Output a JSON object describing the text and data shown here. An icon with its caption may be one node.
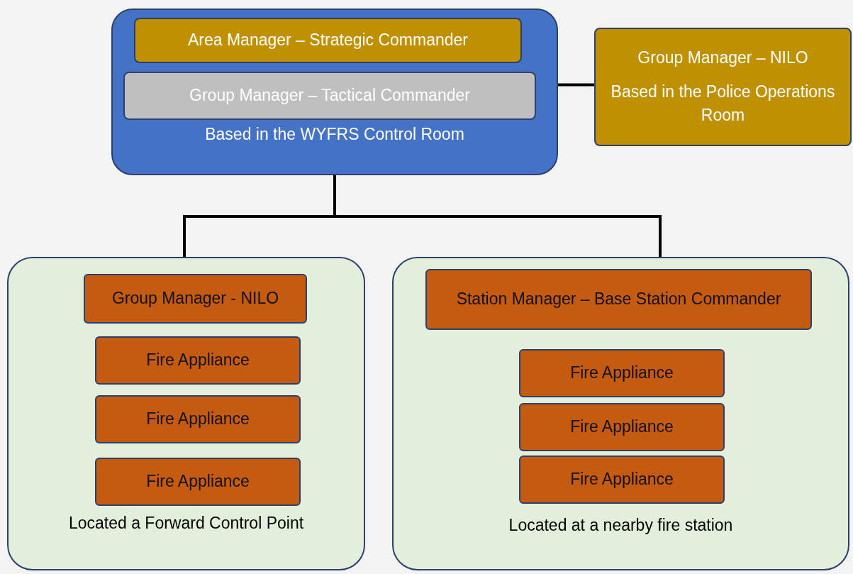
{
  "diagram": {
    "nodes": [
      {
        "text": [
          "Based in the WYFRS Control Room"
        ]
      },
      {
        "text": [
          "Area Manager – Strategic Commander"
        ],
        "in": 0
      },
      {
        "text": [
          "Group Manager – Tactical Commander"
        ],
        "in": 0
      },
      {
        "text": [
          "Group Manager – NILO",
          "Based in the Police Operations Room"
        ]
      },
      {
        "text": [
          "Located a Forward Control Point"
        ]
      },
      {
        "text": [
          "Group Manager - NILO"
        ],
        "in": 4
      },
      {
        "text": [
          "Fire Appliance"
        ],
        "in": 4
      },
      {
        "text": [
          "Fire Appliance"
        ],
        "in": 4
      },
      {
        "text": [
          "Fire Appliance"
        ],
        "in": 4
      },
      {
        "text": [
          "Located at a nearby fire station"
        ]
      },
      {
        "text": [
          "Station Manager – Base Station Commander"
        ],
        "in": 9
      },
      {
        "text": [
          "Fire Appliance"
        ],
        "in": 9
      },
      {
        "text": [
          "Fire Appliance"
        ],
        "in": 9
      },
      {
        "text": [
          "Fire Appliance"
        ],
        "in": 9
      }
    ],
    "edges": [
      {
        "from": 0,
        "to": 3,
        "arrow": "none"
      },
      {
        "from": 0,
        "to": 4,
        "arrow": "none"
      },
      {
        "from": 0,
        "to": 9,
        "arrow": "none"
      }
    ]
  }
}
